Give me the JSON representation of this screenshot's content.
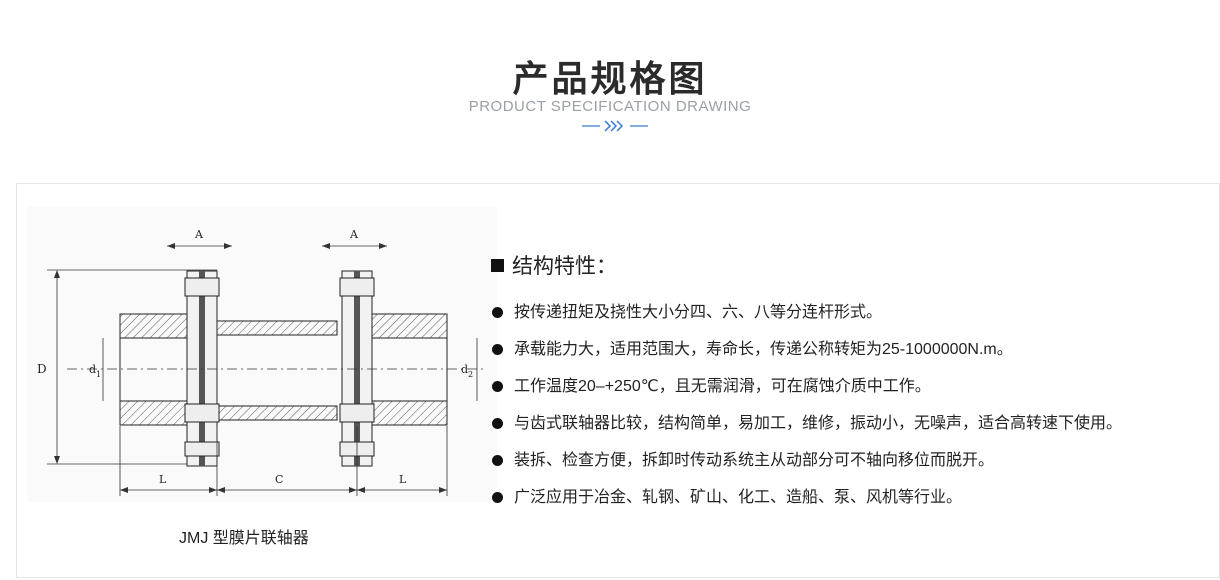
{
  "header": {
    "title": "产品规格图",
    "subtitle": "PRODUCT SPECIFICATION DRAWING"
  },
  "drawing": {
    "labels": {
      "A_left": "A",
      "A_right": "A",
      "D": "D",
      "d1": "d",
      "d1_sub": "1",
      "d2": "d",
      "d2_sub": "2",
      "L_left": "L",
      "C": "C",
      "L_right": "L"
    },
    "caption": "JMJ 型膜片联轴器"
  },
  "features": {
    "title": "结构特性：",
    "items": [
      "按传递扭矩及挠性大小分四、六、八等分连杆形式。",
      "承载能力大，适用范围大，寿命长，传递公称转矩为25-1000000N.m。",
      "工作温度20–+250℃，且无需润滑，可在腐蚀介质中工作。",
      "与齿式联轴器比较，结构简单，易加工，维修，振动小，无噪声，适合高转速下使用。",
      "装拆、检查方便，拆卸时传动系统主从动部分可不轴向移位而脱开。",
      "广泛应用于冶金、轧钢、矿山、化工、造船、泵、风机等行业。"
    ]
  },
  "colors": {
    "title": "#2b2b2b",
    "subtitle": "#9aa0a6",
    "accent": "#3a7bd5"
  }
}
